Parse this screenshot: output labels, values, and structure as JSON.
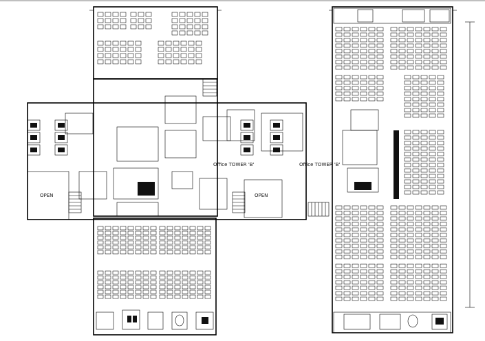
{
  "plan": {
    "labels": {
      "office_tower_left": "Office TOWER 'B'",
      "office_tower_right": "Office TOWER 'B'",
      "open_left": "OPEN",
      "open_right": "OPEN"
    },
    "colors": {
      "line": "#000000",
      "background": "#ffffff"
    },
    "symbols": [
      "toilet-icon",
      "elevator-icon",
      "stair-icon",
      "workstation-desk"
    ]
  }
}
